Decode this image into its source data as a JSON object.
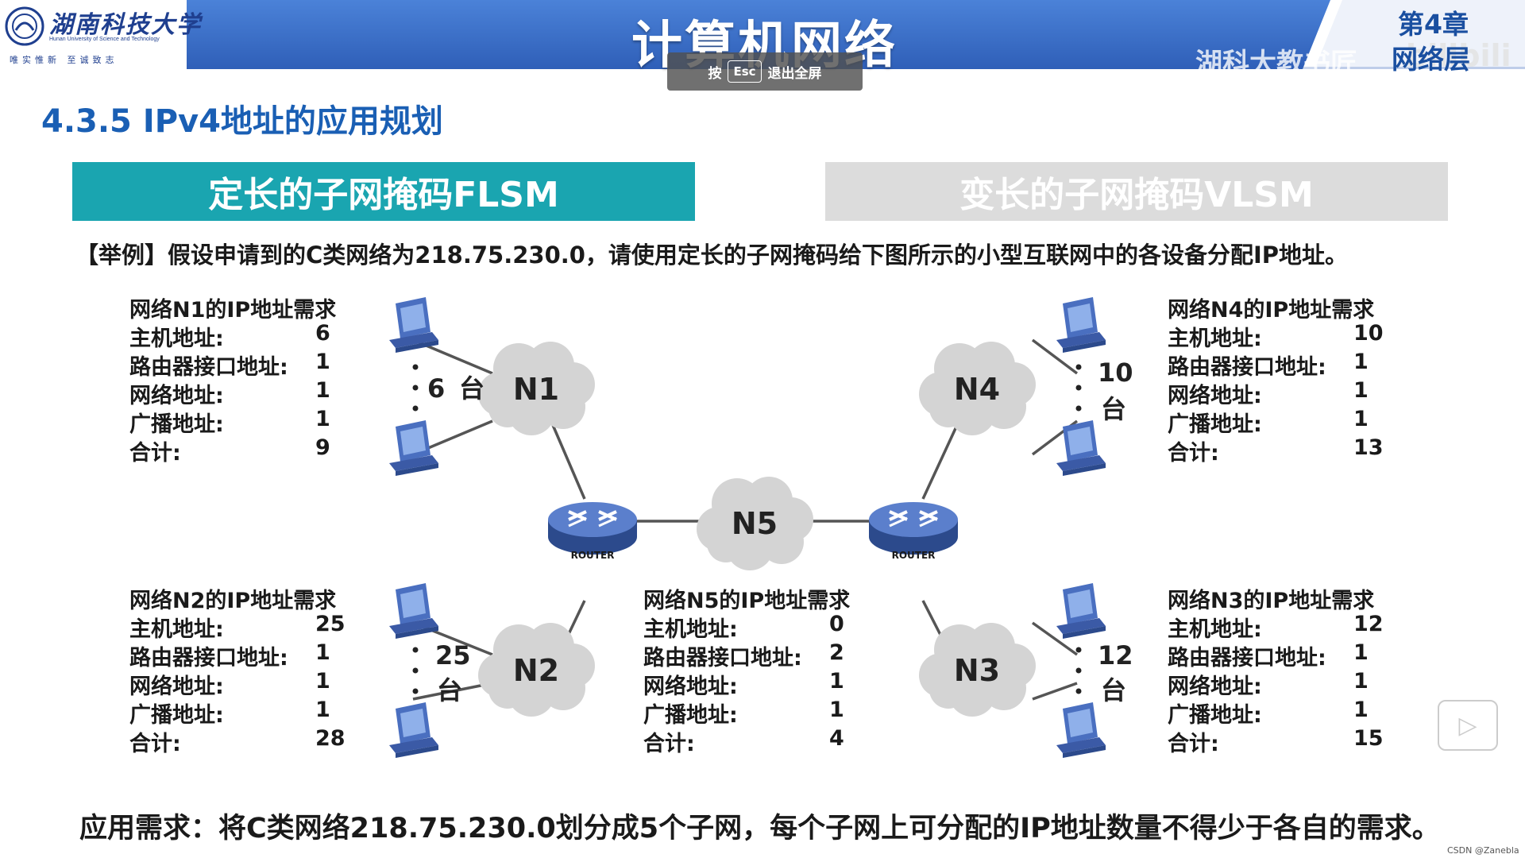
{
  "header": {
    "logo_name": "湖南科技大学",
    "logo_sub": "Hunan University of Science and Technology",
    "logo_motto": "唯实惟新  至诚致志",
    "title": "计算机网络",
    "chapter_number": "第4章",
    "chapter_name": "网络层",
    "watermark": "湖科大教书匠",
    "watermark_logo": "bilibili",
    "esc_hint": {
      "prefix": "按",
      "key": "Esc",
      "suffix": "退出全屏"
    },
    "colors": {
      "band": "#3a6fc8",
      "accent": "#1a5fb4"
    }
  },
  "section_title": "4.3.5 IPv4地址的应用规划",
  "tabs": {
    "flsm": "定长的子网掩码FLSM",
    "vlsm": "变长的子网掩码VLSM",
    "active": "flsm",
    "colors": {
      "active": "#1aa5b0",
      "inactive": "#dcdcdc"
    }
  },
  "example_text": "【举例】假设申请到的C类网络为218.75.230.0，请使用定长的子网掩码给下图所示的小型互联网中的各设备分配IP地址。",
  "requirements": {
    "n1": {
      "title": "网络N1的IP地址需求",
      "rows": [
        {
          "label": "主机地址:",
          "value": "6"
        },
        {
          "label": "路由器接口地址:",
          "value": "1"
        },
        {
          "label": "网络地址:",
          "value": "1"
        },
        {
          "label": "广播地址:",
          "value": "1"
        },
        {
          "label": "合计:",
          "value": "9"
        }
      ]
    },
    "n2": {
      "title": "网络N2的IP地址需求",
      "rows": [
        {
          "label": "主机地址:",
          "value": "25"
        },
        {
          "label": "路由器接口地址:",
          "value": "1"
        },
        {
          "label": "网络地址:",
          "value": "1"
        },
        {
          "label": "广播地址:",
          "value": "1"
        },
        {
          "label": "合计:",
          "value": "28"
        }
      ]
    },
    "n3": {
      "title": "网络N3的IP地址需求",
      "rows": [
        {
          "label": "主机地址:",
          "value": "12"
        },
        {
          "label": "路由器接口地址:",
          "value": "1"
        },
        {
          "label": "网络地址:",
          "value": "1"
        },
        {
          "label": "广播地址:",
          "value": "1"
        },
        {
          "label": "合计:",
          "value": "15"
        }
      ]
    },
    "n4": {
      "title": "网络N4的IP地址需求",
      "rows": [
        {
          "label": "主机地址:",
          "value": "10"
        },
        {
          "label": "路由器接口地址:",
          "value": "1"
        },
        {
          "label": "网络地址:",
          "value": "1"
        },
        {
          "label": "广播地址:",
          "value": "1"
        },
        {
          "label": "合计:",
          "value": "13"
        }
      ]
    },
    "n5": {
      "title": "网络N5的IP地址需求",
      "rows": [
        {
          "label": "主机地址:",
          "value": "0"
        },
        {
          "label": "路由器接口地址:",
          "value": "2"
        },
        {
          "label": "网络地址:",
          "value": "1"
        },
        {
          "label": "广播地址:",
          "value": "1"
        },
        {
          "label": "合计:",
          "value": "4"
        }
      ]
    }
  },
  "diagram": {
    "networks": {
      "n1": "N1",
      "n2": "N2",
      "n3": "N3",
      "n4": "N4",
      "n5": "N5"
    },
    "router_label": "ROUTER",
    "host_counts": {
      "n1": {
        "num": "6",
        "unit": "台"
      },
      "n2": {
        "num": "25",
        "unit": "台"
      },
      "n3": {
        "num": "12",
        "unit": "台"
      },
      "n4": {
        "num": "10",
        "unit": "台"
      }
    },
    "colors": {
      "cloud": "#d4d4d4",
      "router": "#3f5fa8",
      "host": "#4a6fc0",
      "link": "#555555"
    }
  },
  "bottom_text": "应用需求：将C类网络218.75.230.0划分成5个子网，每个子网上可分配的IP地址数量不得少于各自的需求。",
  "credit": "CSDN @Zanebla"
}
